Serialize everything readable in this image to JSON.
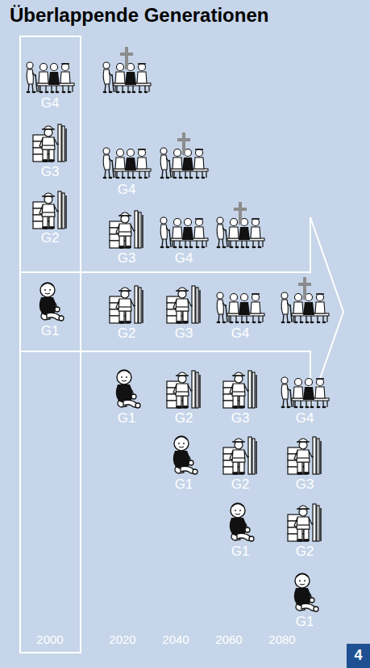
{
  "diagram": {
    "title": "Überlappende Generationen",
    "nodes": [
      {
        "text": [
          "4"
        ]
      }
    ],
    "labels": [
      "G4",
      "G3",
      "G4",
      "G2",
      "G3",
      "G4",
      "G1",
      "G2",
      "G3",
      "G4",
      "G1",
      "G2",
      "G3",
      "G4",
      "G1",
      "G2",
      "G3",
      "G1",
      "G2",
      "G1",
      "2000",
      "2020",
      "2040",
      "2060",
      "2080"
    ]
  }
}
